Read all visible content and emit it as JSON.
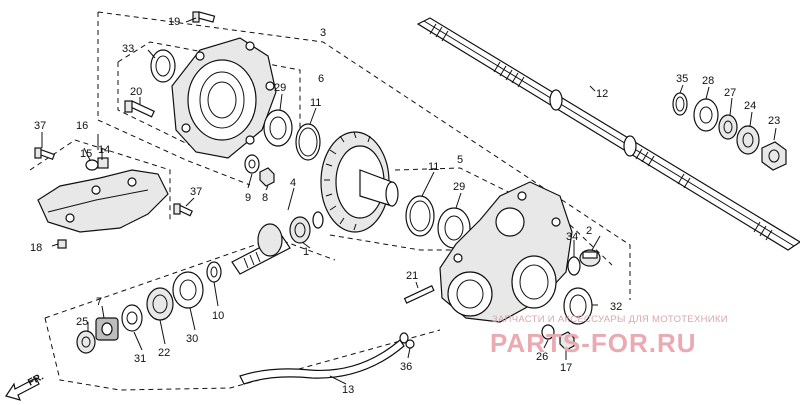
{
  "diagram": {
    "part_numbers": [
      "1",
      "2",
      "3",
      "4",
      "5",
      "6",
      "7",
      "8",
      "9",
      "10",
      "11",
      "11",
      "12",
      "13",
      "14",
      "15",
      "16",
      "17",
      "18",
      "19",
      "20",
      "21",
      "22",
      "23",
      "24",
      "25",
      "26",
      "27",
      "28",
      "29",
      "29",
      "30",
      "31",
      "32",
      "33",
      "34",
      "35",
      "36",
      "37",
      "37"
    ],
    "direction_marker": "FR.",
    "watermark": {
      "tagline": "ЗАПЧАСТИ И АКСЕССУАРЫ ДЛЯ МОТОТЕХНИКИ",
      "brand": "PARTS-FOR.RU"
    }
  }
}
